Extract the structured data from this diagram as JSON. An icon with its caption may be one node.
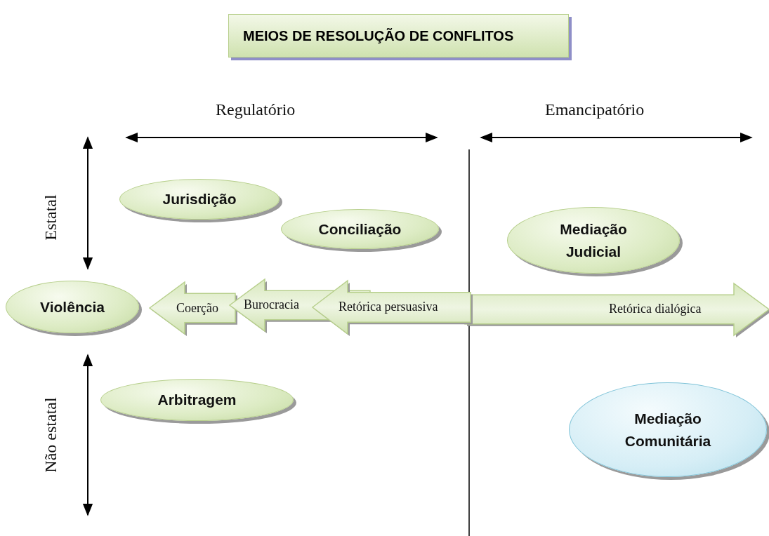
{
  "diagram": {
    "title": "MEIOS DE RESOLUÇÃO DE CONFLITOS",
    "nodes": [
      {
        "text": [
          "Jurisdição"
        ]
      },
      {
        "text": [
          "Conciliação"
        ]
      },
      {
        "text": [
          "Mediação Judicial"
        ]
      },
      {
        "text": [
          "Violência"
        ]
      },
      {
        "text": [
          "Retórica dialógica"
        ]
      },
      {
        "text": [
          "Coerção"
        ]
      },
      {
        "text": [
          "Burocracia"
        ]
      },
      {
        "text": [
          "Retórica persuasiva"
        ]
      },
      {
        "text": [
          "Arbitragem"
        ]
      },
      {
        "text": [
          "Mediação Comunitária"
        ]
      }
    ],
    "edges": [],
    "labels": [
      "Regulatório",
      "Emancipatório",
      "Estatal",
      "Não estatal"
    ]
  }
}
